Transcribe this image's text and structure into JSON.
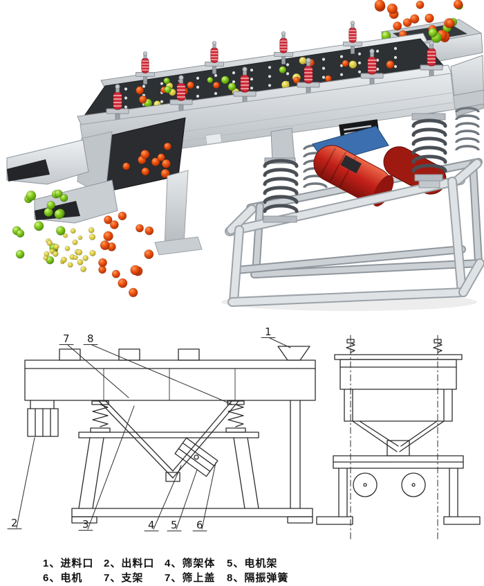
{
  "render": {
    "colors": {
      "machine_body": "#d9dde0",
      "deck_interior": "#2e3134",
      "clamp_spring_red": "#cf2b38",
      "particle_red": "#e8430b",
      "particle_green": "#7cc41c",
      "particle_yellow": "#e6d84e",
      "motor_red": "#c32019",
      "motor_mount_blue": "#3c6fb0"
    }
  },
  "drawing": {
    "line_color": "#2b2b2b",
    "callouts": {
      "c1": "1",
      "c2": "2",
      "c3": "3",
      "c4": "4",
      "c5": "5",
      "c6": "6",
      "c7": "7",
      "c8": "8"
    }
  },
  "legend": {
    "row1": [
      "1、进料口",
      "2、出料口",
      "4、筛架体",
      "5、电机架"
    ],
    "row2": [
      "6、电机",
      "7、支架",
      "7、筛上盖",
      "8、隔振弹簧"
    ]
  }
}
